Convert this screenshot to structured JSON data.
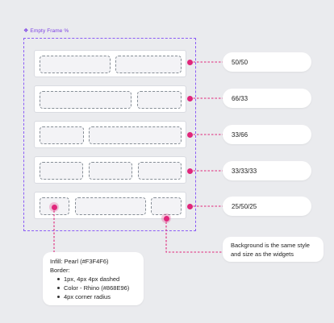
{
  "frame": {
    "title": "Empty Frame %",
    "border_color": "#8b5cf6"
  },
  "rows": [
    {
      "label": "50/50"
    },
    {
      "label": "66/33"
    },
    {
      "label": "33/66"
    },
    {
      "label": "33/33/33"
    },
    {
      "label": "25/50/25"
    }
  ],
  "notes": {
    "infill_line": "Infill: Pearl (#F3F4F6)",
    "border_heading": "Border:",
    "border_items": [
      "1px, 4px 4px dashed",
      "Color - Rhino (#868E96)",
      "4px corner radius"
    ],
    "background_text": "Background is the same style and size as the widgets"
  },
  "colors": {
    "accent": "#e0267b",
    "frame": "#8b5cf6",
    "cell_fill": "#f3f3f6",
    "cell_border": "#868e96",
    "page_bg": "#eaebee"
  }
}
